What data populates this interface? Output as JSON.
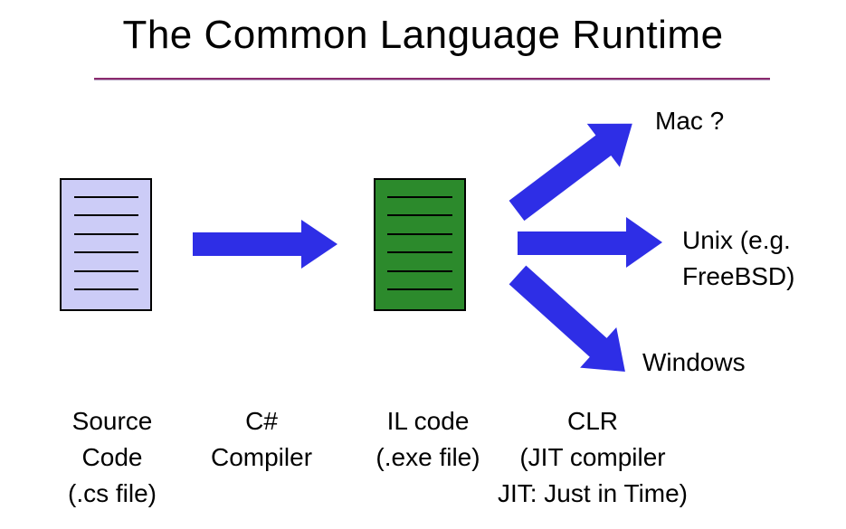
{
  "title": "The Common Language Runtime",
  "colors": {
    "arrow": "#2e2ee6",
    "source_doc_fill": "#ccccf7",
    "il_doc_fill": "#2c8a2c",
    "title_rule": "#8b2a6e"
  },
  "targets": {
    "mac": "Mac ?",
    "unix_line1": "Unix (e.g.",
    "unix_line2": "FreeBSD)",
    "windows": "Windows"
  },
  "stages": {
    "source": [
      "Source",
      "Code",
      "(.cs file)"
    ],
    "compiler": [
      "C#",
      "Compiler"
    ],
    "il": [
      "IL code",
      "(.exe file)"
    ],
    "clr": [
      "CLR",
      "(JIT compiler",
      "JIT: Just in Time)"
    ]
  }
}
